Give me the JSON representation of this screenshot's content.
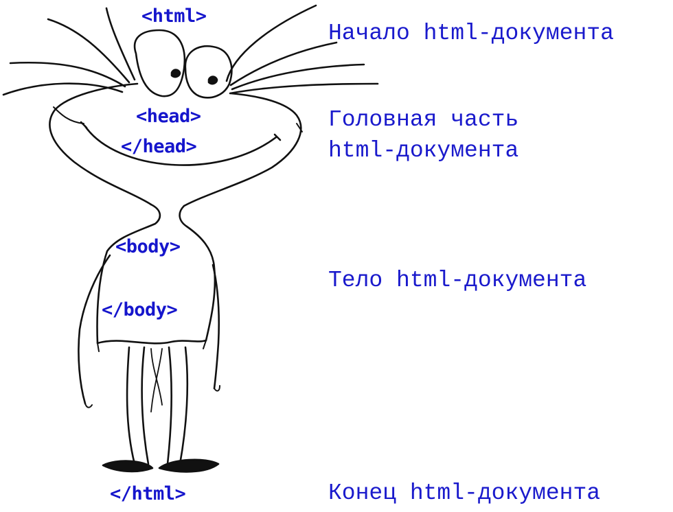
{
  "colors": {
    "tag": "#1515cc",
    "note": "#1a1acc",
    "ink": "#111111"
  },
  "tags": {
    "html_open": "<html>",
    "head_open": "<head>",
    "head_close": "</head>",
    "body_open": "<body>",
    "body_close": "</body>",
    "html_close": "</html>"
  },
  "notes": {
    "start": "Начало html-документа",
    "head_line1": "Головная часть",
    "head_line2": "html-документа",
    "body": "Тело html-документа",
    "end": "Конец html-документа"
  },
  "illustration": {
    "icon": "cartoon-figure-icon"
  }
}
